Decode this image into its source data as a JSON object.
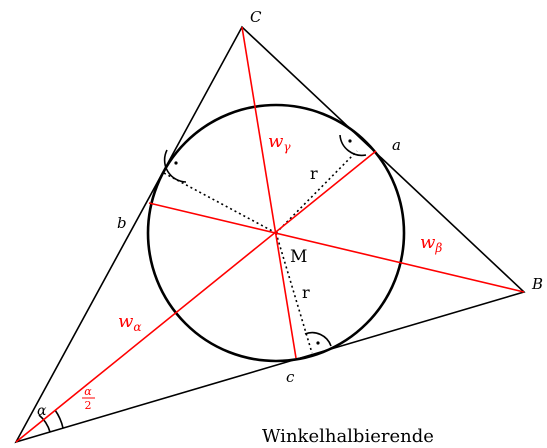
{
  "caption": "Winkelhalbierende",
  "vertices": {
    "A": "",
    "B": "B",
    "C": "C"
  },
  "sides": {
    "a": "a",
    "b": "b",
    "c": "c"
  },
  "bisectors": {
    "alpha": "α",
    "beta": "β",
    "gamma": "γ",
    "w": "w"
  },
  "angle": {
    "alpha": "α",
    "half_num": "α",
    "half_den": "2"
  },
  "center": "M",
  "radius": "r",
  "colors": {
    "line": "#000000",
    "bisector": "#ff0000"
  }
}
